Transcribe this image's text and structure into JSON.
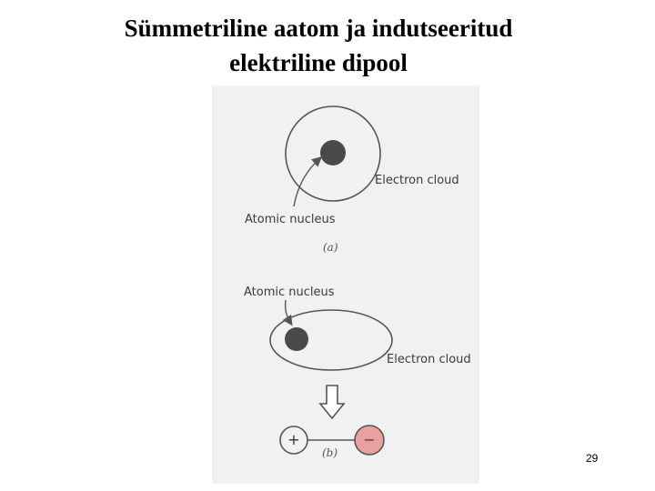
{
  "slide": {
    "title_line1": "Sümmetriline aatom ja indutseeritud",
    "title_line2": "elektriline dipool",
    "page_number": "29"
  },
  "figure": {
    "a": {
      "nucleus_label": "Atomic nucleus",
      "cloud_label": "Electron cloud",
      "caption": "(a)"
    },
    "b": {
      "nucleus_label": "Atomic nucleus",
      "cloud_label": "Electron cloud",
      "caption": "(b)",
      "positive_sign": "+",
      "negative_sign": "−"
    },
    "colors": {
      "nucleus": "#4a4a4a",
      "outline": "#555555",
      "positive_charge": "#f2f2f2",
      "negative_charge": "#e8a0a0"
    }
  }
}
